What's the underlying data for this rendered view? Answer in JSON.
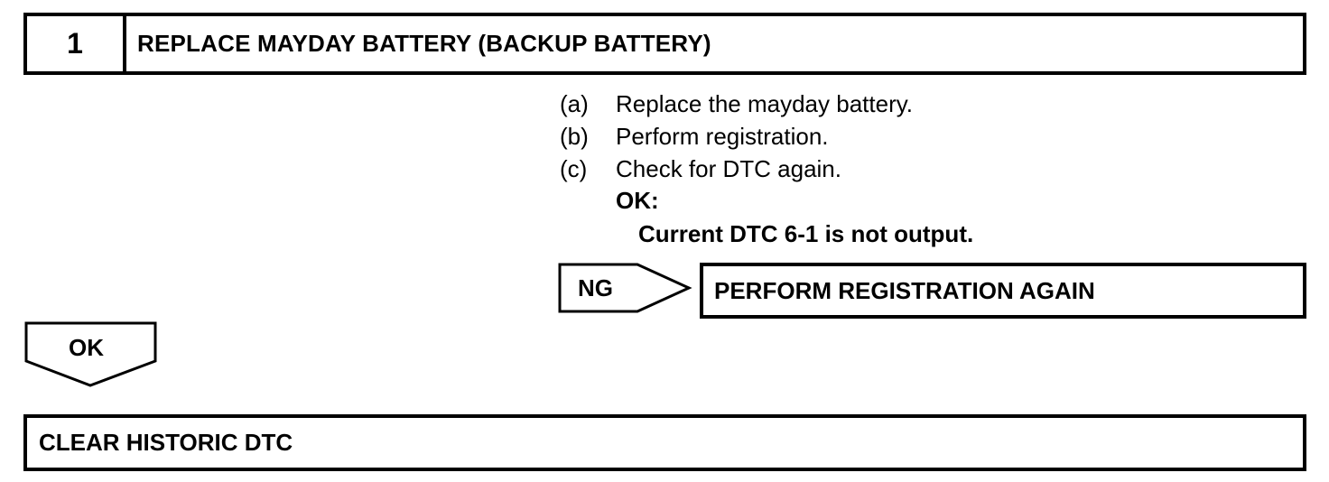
{
  "step": {
    "number": "1",
    "title": "REPLACE MAYDAY BATTERY (BACKUP BATTERY)"
  },
  "instructions": [
    {
      "letter": "(a)",
      "text": "Replace the mayday battery."
    },
    {
      "letter": "(b)",
      "text": "Perform registration."
    },
    {
      "letter": "(c)",
      "text": "Check for DTC again."
    }
  ],
  "ok_condition": {
    "label": "OK:",
    "detail": "Current DTC 6-1 is not output."
  },
  "ng_branch": {
    "label": "NG",
    "action": "PERFORM REGISTRATION AGAIN"
  },
  "ok_branch": {
    "label": "OK"
  },
  "next_step": {
    "title": "CLEAR HISTORIC DTC"
  }
}
